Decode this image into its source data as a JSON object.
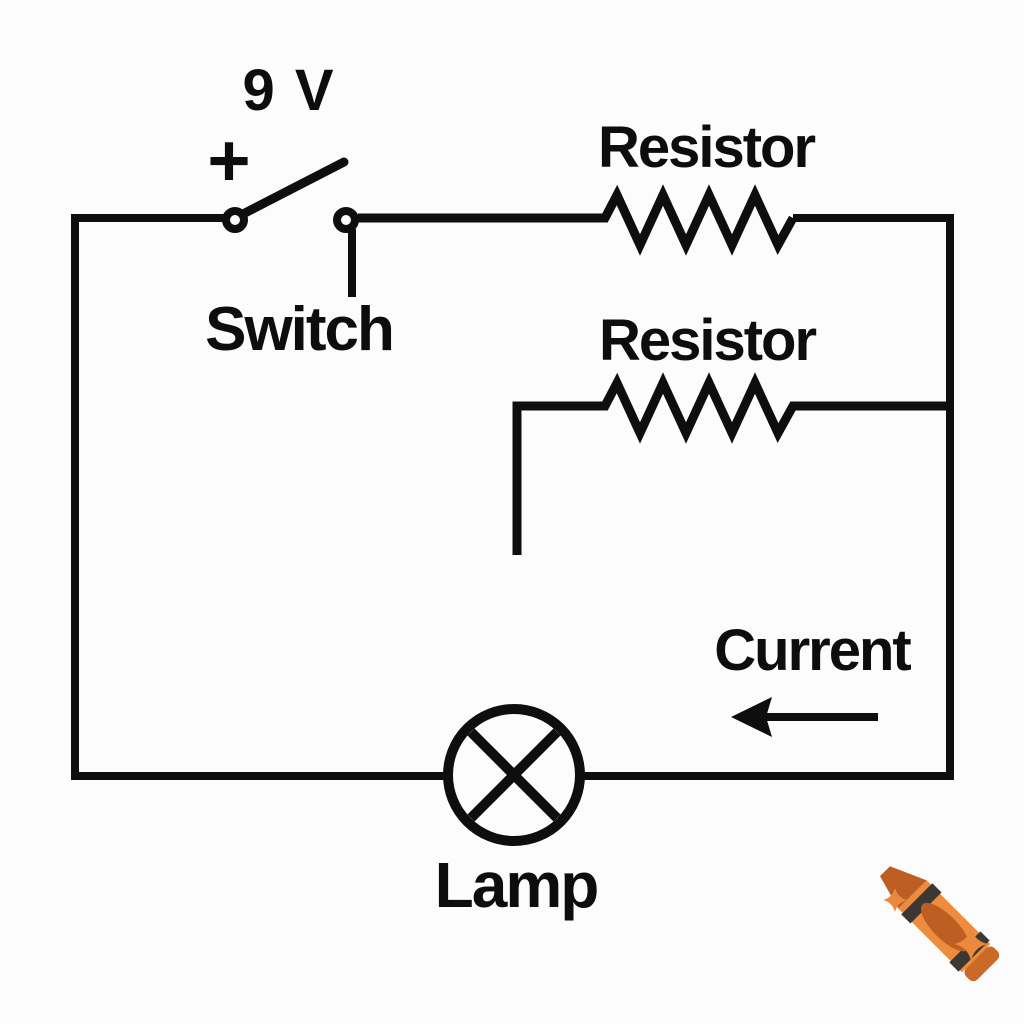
{
  "diagram": {
    "type": "circuit-schematic",
    "battery": {
      "voltage_label": "9 V",
      "polarity_label": "+"
    },
    "switch": {
      "label": "Switch",
      "state_drawn": "open"
    },
    "resistor_top": {
      "label": "Resistor"
    },
    "resistor_middle": {
      "label": "Resistor"
    },
    "lamp": {
      "label": "Lamp"
    },
    "current": {
      "label": "Current",
      "arrow_direction": "left"
    }
  },
  "colors": {
    "background": "#fcfcfc",
    "line": "#0e0e0e",
    "crayon_body": "#eb8c3e",
    "crayon_dark": "#bd5e22",
    "crayon_band": "#3a3734",
    "sparkle": "#e98a3c"
  },
  "watermark": {
    "icon": "crayon-with-sparkles"
  }
}
